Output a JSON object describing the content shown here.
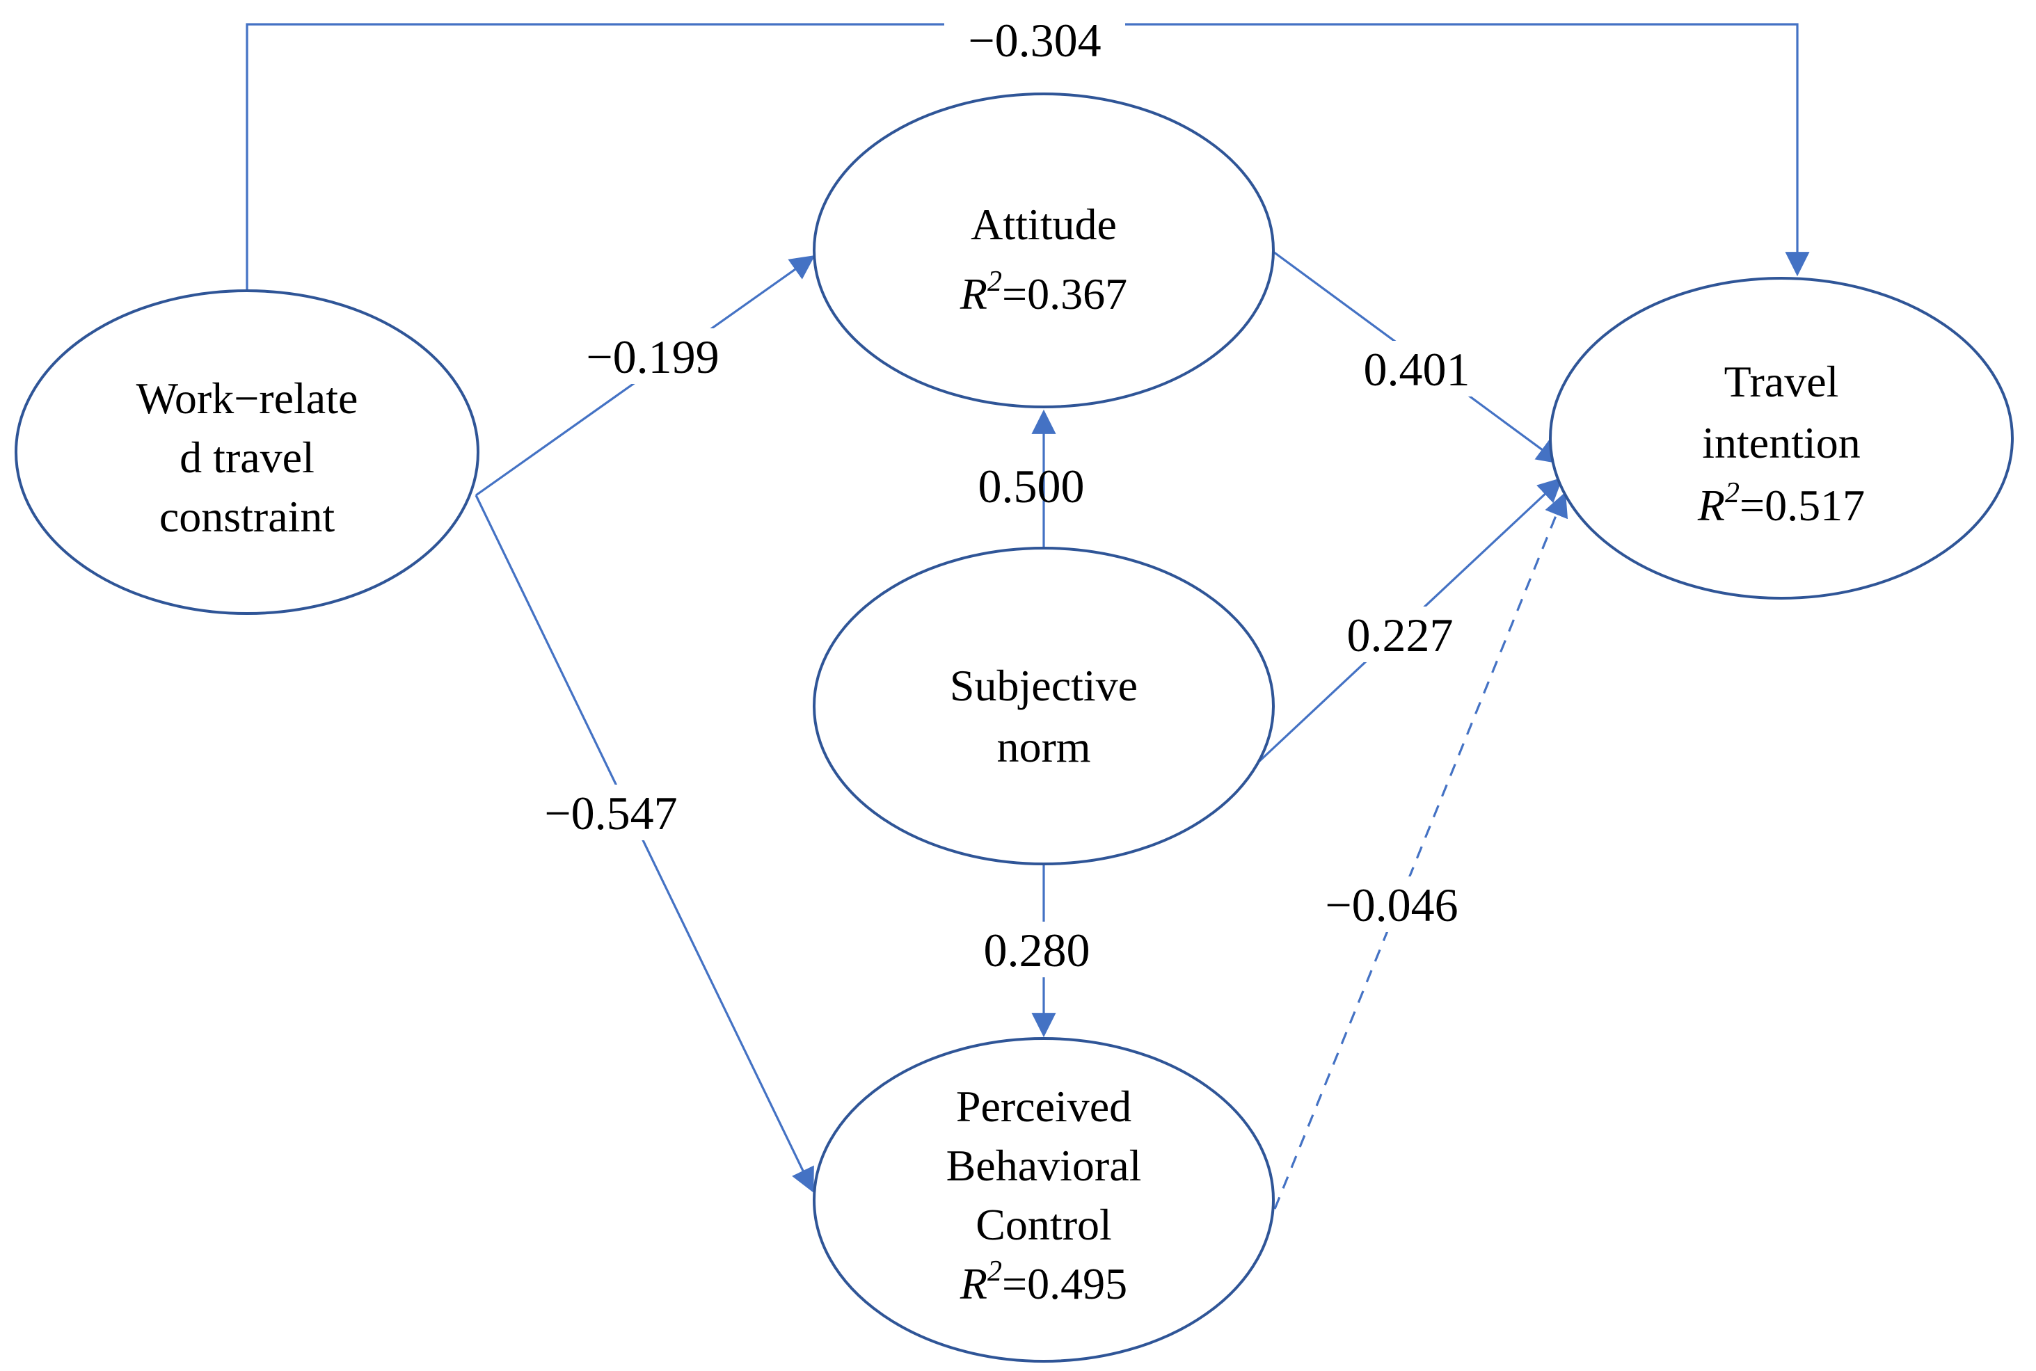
{
  "figure": {
    "type": "sem-path-diagram",
    "colors": {
      "background": "#ffffff",
      "node_stroke": "#2f5597",
      "edge": "#4472c4",
      "text": "#000000"
    },
    "nodes": {
      "work_constraint": {
        "line1": "Work−relate",
        "line2": "d travel",
        "line3": "constraint"
      },
      "attitude": {
        "line1": "Attitude",
        "r2": {
          "base": "R",
          "sup": "2",
          "rest": "=0.367"
        }
      },
      "subjective_norm": {
        "line1": "Subjective",
        "line2": "norm"
      },
      "pbc": {
        "line1": "Perceived",
        "line2": "Behavioral",
        "line3": "Control",
        "r2": {
          "base": "R",
          "sup": "2",
          "rest": "=0.495"
        }
      },
      "travel_intention": {
        "line1": "Travel",
        "line2": "intention",
        "r2": {
          "base": "R",
          "sup": "2",
          "rest": "=0.517"
        }
      }
    },
    "edges": [
      {
        "from": "work_constraint",
        "to": "travel_intention",
        "coefficient": "−0.304",
        "style": "solid"
      },
      {
        "from": "work_constraint",
        "to": "attitude",
        "coefficient": "−0.199",
        "style": "solid"
      },
      {
        "from": "work_constraint",
        "to": "pbc",
        "coefficient": "−0.547",
        "style": "solid"
      },
      {
        "from": "subjective_norm",
        "to": "attitude",
        "coefficient": "0.500",
        "style": "solid"
      },
      {
        "from": "subjective_norm",
        "to": "pbc",
        "coefficient": "0.280",
        "style": "solid"
      },
      {
        "from": "subjective_norm",
        "to": "travel_intention",
        "coefficient": "0.227",
        "style": "solid"
      },
      {
        "from": "attitude",
        "to": "travel_intention",
        "coefficient": "0.401",
        "style": "solid"
      },
      {
        "from": "pbc",
        "to": "travel_intention",
        "coefficient": "−0.046",
        "style": "dashed"
      }
    ]
  }
}
